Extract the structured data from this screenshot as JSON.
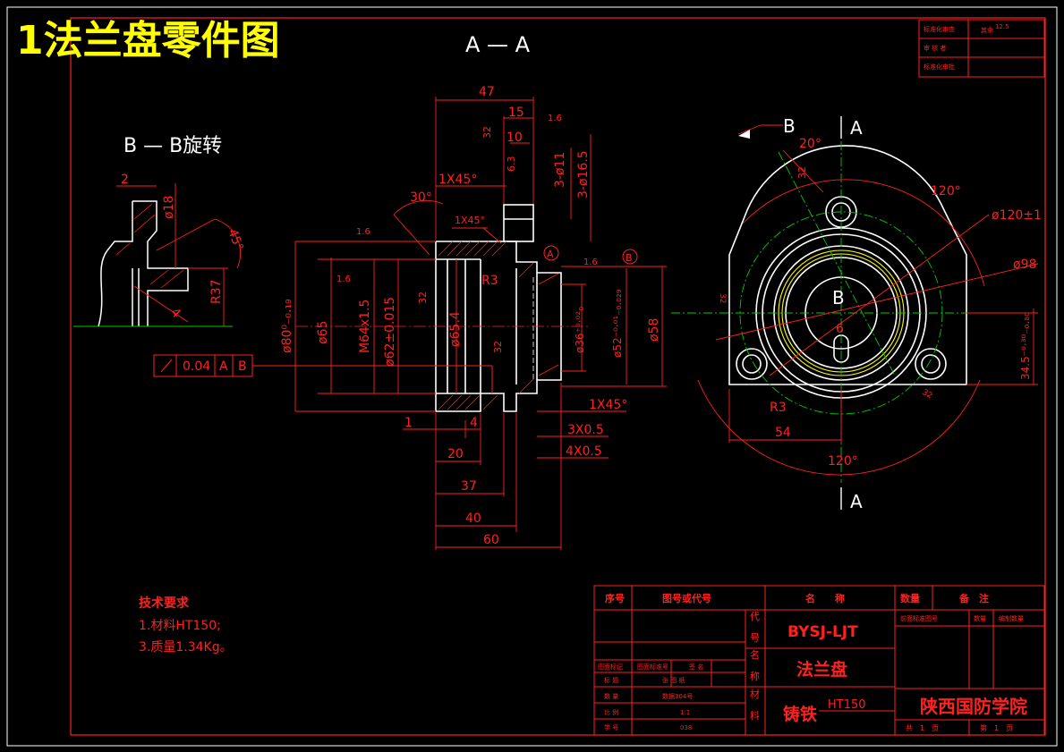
{
  "header": {
    "title": "1法兰盘零件图",
    "view_aa": "A — A",
    "view_bb": "B — B旋转"
  },
  "small_table": {
    "r1": "标准化审查",
    "r1v": "其余",
    "r1s": "12.5",
    "r2": "审 核 者",
    "r3": "标准化审批"
  },
  "dims_aa": {
    "d47": "47",
    "d15": "15",
    "d10": "10",
    "d1x45a": "1X45°",
    "d1x45b": "1X45°",
    "d30deg": "30°",
    "d3phi11": "3-ø11",
    "d3phi165": "3-ø16.5",
    "r16a": "1.6",
    "r16b": "1.6",
    "r16c": "1.6",
    "r16d": "1.6",
    "r32a": "32",
    "r32b": "32",
    "r32c": "32",
    "r63": "6.3",
    "phi80": "ø80⁰₋₀.₁₉",
    "phi65": "ø65",
    "m64": "M64x1.5",
    "phi62": "ø62±0.015",
    "phi654": "ø65.4",
    "phi36": "ø36⁺⁰·⁰²₀",
    "phi52": "ø52⁻⁰·⁰¹₋₀.₀₂₉",
    "phi58": "ø58",
    "r3": "R3",
    "d1": "1",
    "d4": "4",
    "d20": "20",
    "d37": "37",
    "d40": "40",
    "d60": "60",
    "d1x45c": "1X45°",
    "d3x05": "3X0.5",
    "d4x05": "4X0.5",
    "datum_a": "A",
    "datum_b": "B",
    "tol_val": "0.04",
    "tol_a": "A",
    "tol_b": "B"
  },
  "dims_bb": {
    "d2": "2",
    "phi18": "ø18",
    "deg45": "45°",
    "r37": "R37",
    "d4": "4"
  },
  "dims_side": {
    "b": "B",
    "a_top": "A",
    "a_bottom": "A",
    "deg20": "20°",
    "r32": "32",
    "deg120a": "120°",
    "deg120b": "120°",
    "phi120": "ø120±1",
    "phi98": "ø98",
    "d345": "34.5⁻⁰·³⁰₋₀.₈₀",
    "d54": "54",
    "r3": "R3",
    "d6": "6",
    "bcenter": "B",
    "r32s": "32",
    "r32t": "32"
  },
  "notes": {
    "title": "技术要求",
    "line1": "1.材料HT150;",
    "line2": "3.质量1.34Kg。"
  },
  "title_block": {
    "col_seq": "序号",
    "col_code": "图号或代号",
    "col_name": "名　　称",
    "col_qty": "数量",
    "col_remark": "备　注",
    "lbl_code": "代号",
    "val_code": "BYSJ-LJT",
    "lbl_name": "名称",
    "val_name": "法兰盘",
    "lbl_mat": "材料",
    "val_mat": "铸铁",
    "val_mat2": "HT150",
    "school": "陕西国防学院",
    "sub_a": "前面标准图号",
    "sub_b": "数量",
    "sub_c": "编制数量",
    "l_r1a": "图面标记",
    "l_r1b": "图面标准号",
    "l_r1c": "签 名",
    "l_r2a": "标 题",
    "l_r2b": "张 图 纸",
    "l_r3a": "数 量",
    "l_r3b": "数据304号",
    "l_r4a": "比 例",
    "l_r4b": "1:1",
    "l_r5a": "学 号",
    "l_r5b": "038",
    "sheet_total": "共　1　页",
    "sheet_no": "第　1　页"
  },
  "colors": {
    "background": "#000000",
    "drawing_red": "#ff2020",
    "outline_white": "#ffffff",
    "title_yellow": "#ffff00",
    "center_green": "#00cc00"
  }
}
